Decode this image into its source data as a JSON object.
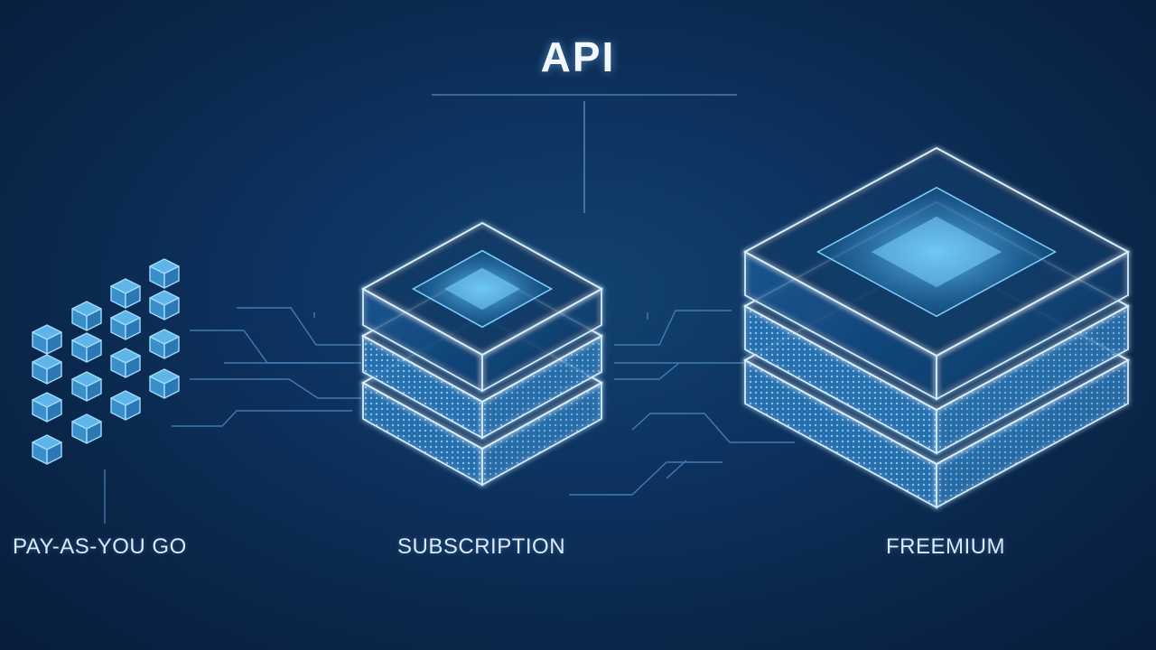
{
  "diagram": {
    "title": "API",
    "models": [
      {
        "label": "PAY-AS-YOU GO"
      },
      {
        "label": "SUBSCRIPTION"
      },
      {
        "label": "FREEMIUM"
      }
    ]
  },
  "colors": {
    "background": "#0b2a4f",
    "glow": "#3fb6ff",
    "outline": "#bfe6ff"
  }
}
